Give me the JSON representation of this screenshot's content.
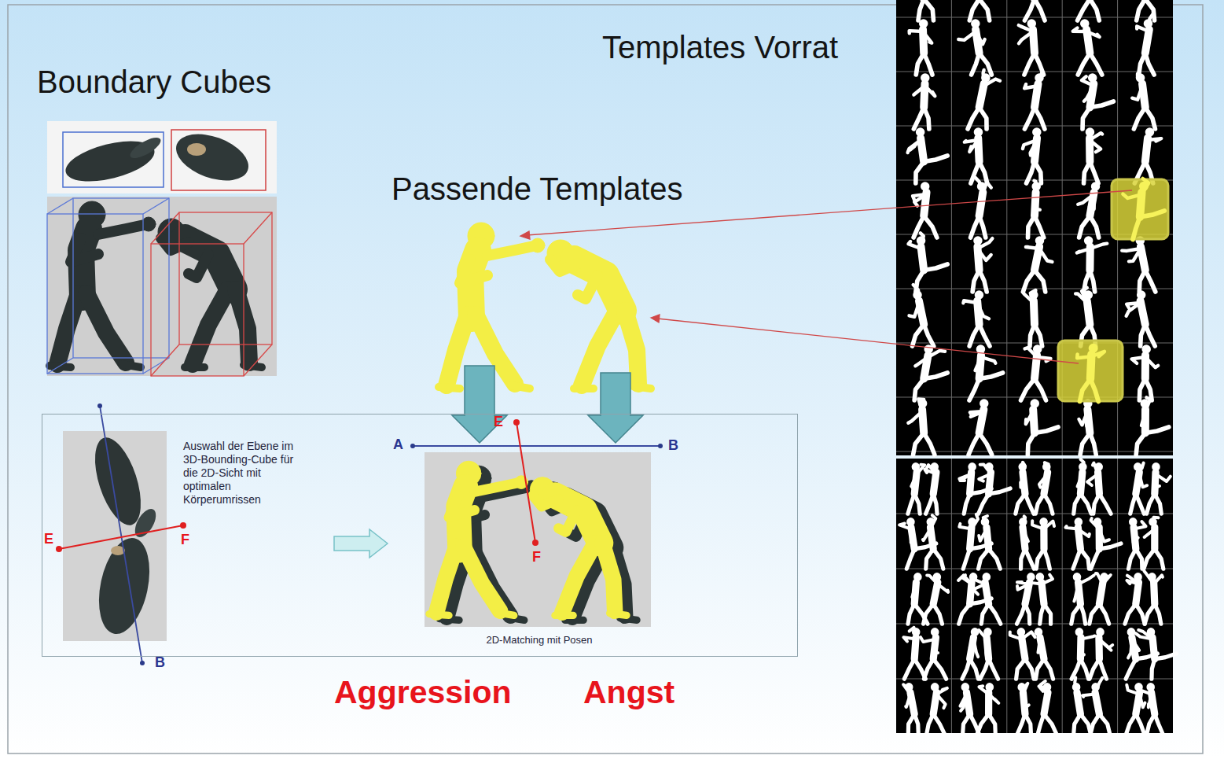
{
  "diagram": {
    "nodes": [
      {
        "text": [
          "Auswahl der Ebene im 3D-Bounding-Cube für die 2D-Sicht mit optimalen Körperumrissen",
          "2D-Matching mit Posen"
        ]
      }
    ],
    "labels": [
      "Boundary Cubes",
      "Templates Vorrat",
      "Passende Templates",
      "E",
      "A",
      "B",
      "E",
      "F",
      "F",
      "B",
      "Aggression",
      "Angst"
    ]
  }
}
